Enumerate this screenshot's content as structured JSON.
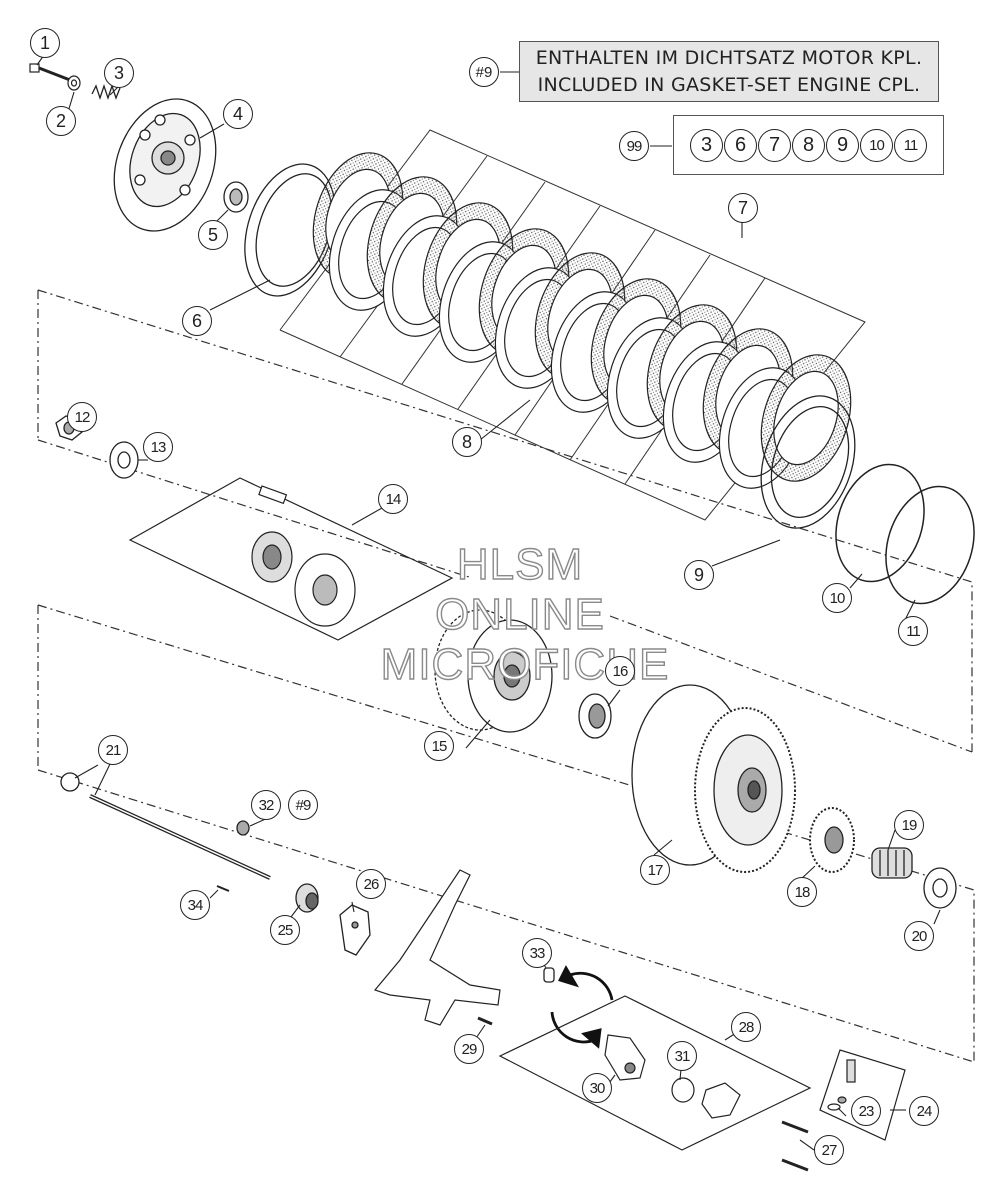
{
  "note": {
    "ref": "#9",
    "line1": "ENTHALTEN IM DICHTSATZ MOTOR KPL.",
    "line2": "INCLUDED IN GASKET-SET ENGINE CPL."
  },
  "kit": {
    "ref": "99",
    "items": [
      "3",
      "6",
      "7",
      "8",
      "9",
      "10",
      "11"
    ]
  },
  "callouts": {
    "c1": "1",
    "c2": "2",
    "c3": "3",
    "c4": "4",
    "c5": "5",
    "c6": "6",
    "c7": "7",
    "c8": "8",
    "c9": "9",
    "c10": "10",
    "c11": "11",
    "c12": "12",
    "c13": "13",
    "c14": "14",
    "c15": "15",
    "c16": "16",
    "c17": "17",
    "c18": "18",
    "c19": "19",
    "c20": "20",
    "c21": "21",
    "c23": "23",
    "c24": "24",
    "c25": "25",
    "c26": "26",
    "c27": "27",
    "c28": "28",
    "c29": "29",
    "c30": "30",
    "c31": "31",
    "c32": "32",
    "c32ref": "#9",
    "c33": "33",
    "c34": "34"
  },
  "watermark": {
    "line1": "HLSM",
    "line2": "ONLINE",
    "line3": "MICROFICHE"
  }
}
